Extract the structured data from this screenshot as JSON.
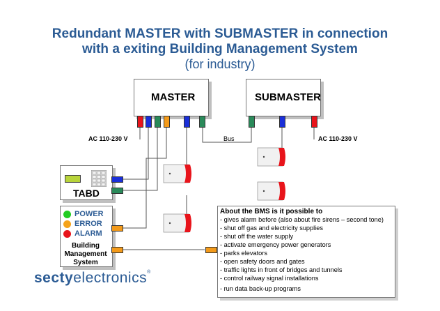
{
  "title_line1": "Redundant MASTER with SUBMASTER in connection",
  "title_line2": "with a exiting Building Management System",
  "subtitle": "(for industry)",
  "master": {
    "label": "MASTER",
    "power_label": "AC 110-230 V"
  },
  "submaster": {
    "label": "SUBMASTER",
    "power_label": "AC 110-230 V"
  },
  "bus_label": "Bus",
  "tabd": {
    "label": "TABD"
  },
  "bms": {
    "status": [
      {
        "label": "POWER",
        "color": "#22cc22"
      },
      {
        "label": "ERROR",
        "color": "#f5a31a"
      },
      {
        "label": "ALARM",
        "color": "#e8141b"
      }
    ],
    "name_line1": "Building",
    "name_line2": "Management",
    "name_line3": "System"
  },
  "info": {
    "title": "About the BMS is it possible to",
    "items": [
      "- gives alarm before (also about fire sirens – second tone)",
      "- shut off gas and electricity supplies",
      "- shut off the water supply",
      "- activate emergency power generators",
      "- parks elevators",
      "- open safety doors and gates",
      "- traffic lights in front of bridges and tunnels",
      "- control railway signal installations",
      "- run data back-up programs"
    ]
  },
  "logo": {
    "part1": "secty",
    "part2": "electronics",
    "mark": "®"
  },
  "colors": {
    "title": "#2b5b94",
    "port_red": "#e8141b",
    "port_blue": "#1a2fd9",
    "port_green": "#2a8a5a",
    "port_orange": "#f39a1a"
  }
}
